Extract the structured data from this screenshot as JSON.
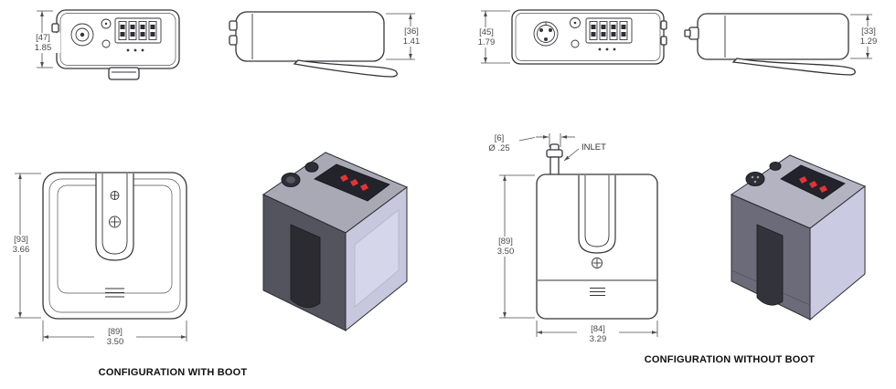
{
  "captions": {
    "with_boot": "CONFIGURATION WITH BOOT",
    "without_boot": "CONFIGURATION WITHOUT BOOT"
  },
  "annotations": {
    "inlet": "INLET"
  },
  "dims": {
    "wb_top_h": {
      "mm": "[47]",
      "in": "1.85"
    },
    "wb_side_h": {
      "mm": "[36]",
      "in": "1.41"
    },
    "nb_top_h": {
      "mm": "[45]",
      "in": "1.79"
    },
    "nb_side_h": {
      "mm": "[33]",
      "in": "1.29"
    },
    "wb_front_h": {
      "mm": "[93]",
      "in": "3.66"
    },
    "wb_front_w": {
      "mm": "[89]",
      "in": "3.50"
    },
    "nb_front_h": {
      "mm": "[89]",
      "in": "3.50"
    },
    "nb_front_w": {
      "mm": "[84]",
      "in": "3.29"
    },
    "inlet_d": {
      "mm": "[6]",
      "in": "Ø .25"
    }
  },
  "colors": {
    "line": "#35353a",
    "dim_text": "#4a4a4a",
    "render_dark": "#54545e",
    "render_light": "#c7c7de",
    "display_red": "#e23535"
  }
}
